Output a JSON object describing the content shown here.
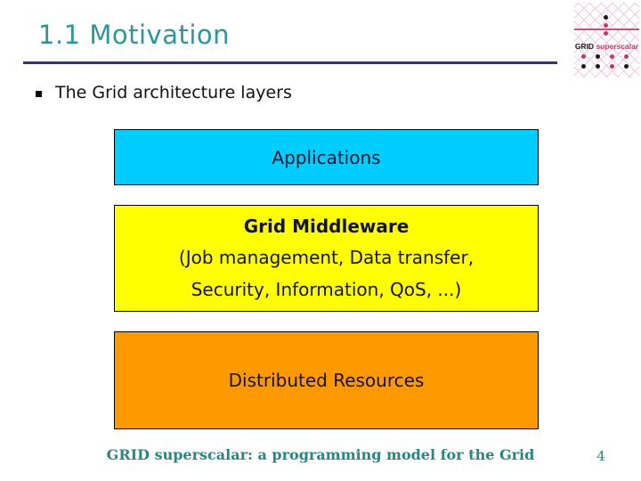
{
  "header": {
    "title": "1.1 Motivation"
  },
  "content": {
    "bullet_text": "The Grid architecture layers"
  },
  "diagram": {
    "applications": {
      "label": "Applications",
      "fill": "#00CCFF"
    },
    "middleware": {
      "title": "Grid Middleware",
      "line2": "(Job management, Data transfer,",
      "line3": "Security, Information, QoS, ...)",
      "fill": "#FFFF00"
    },
    "resources": {
      "label": "Distributed Resources",
      "fill": "#FF9900"
    }
  },
  "footer": {
    "text": "GRID superscalar: a programming model for the Grid",
    "page_number": "4"
  },
  "logo": {
    "brand_primary": "GRID",
    "brand_secondary": "superscalar",
    "dot_column": [
      "black",
      "pink",
      "pink"
    ],
    "dot_rows": [
      [
        "pink",
        "black",
        "pink",
        "pink"
      ],
      [
        "black",
        "black",
        "pink",
        "black"
      ]
    ]
  },
  "colors": {
    "title": "#2E9696",
    "rule": "#32327D",
    "box_border": "#000000",
    "box_text": "#14142F",
    "footer_text": "#2E8383",
    "logo_pink": "#C23A67",
    "logo_black": "#1A1A1A"
  }
}
